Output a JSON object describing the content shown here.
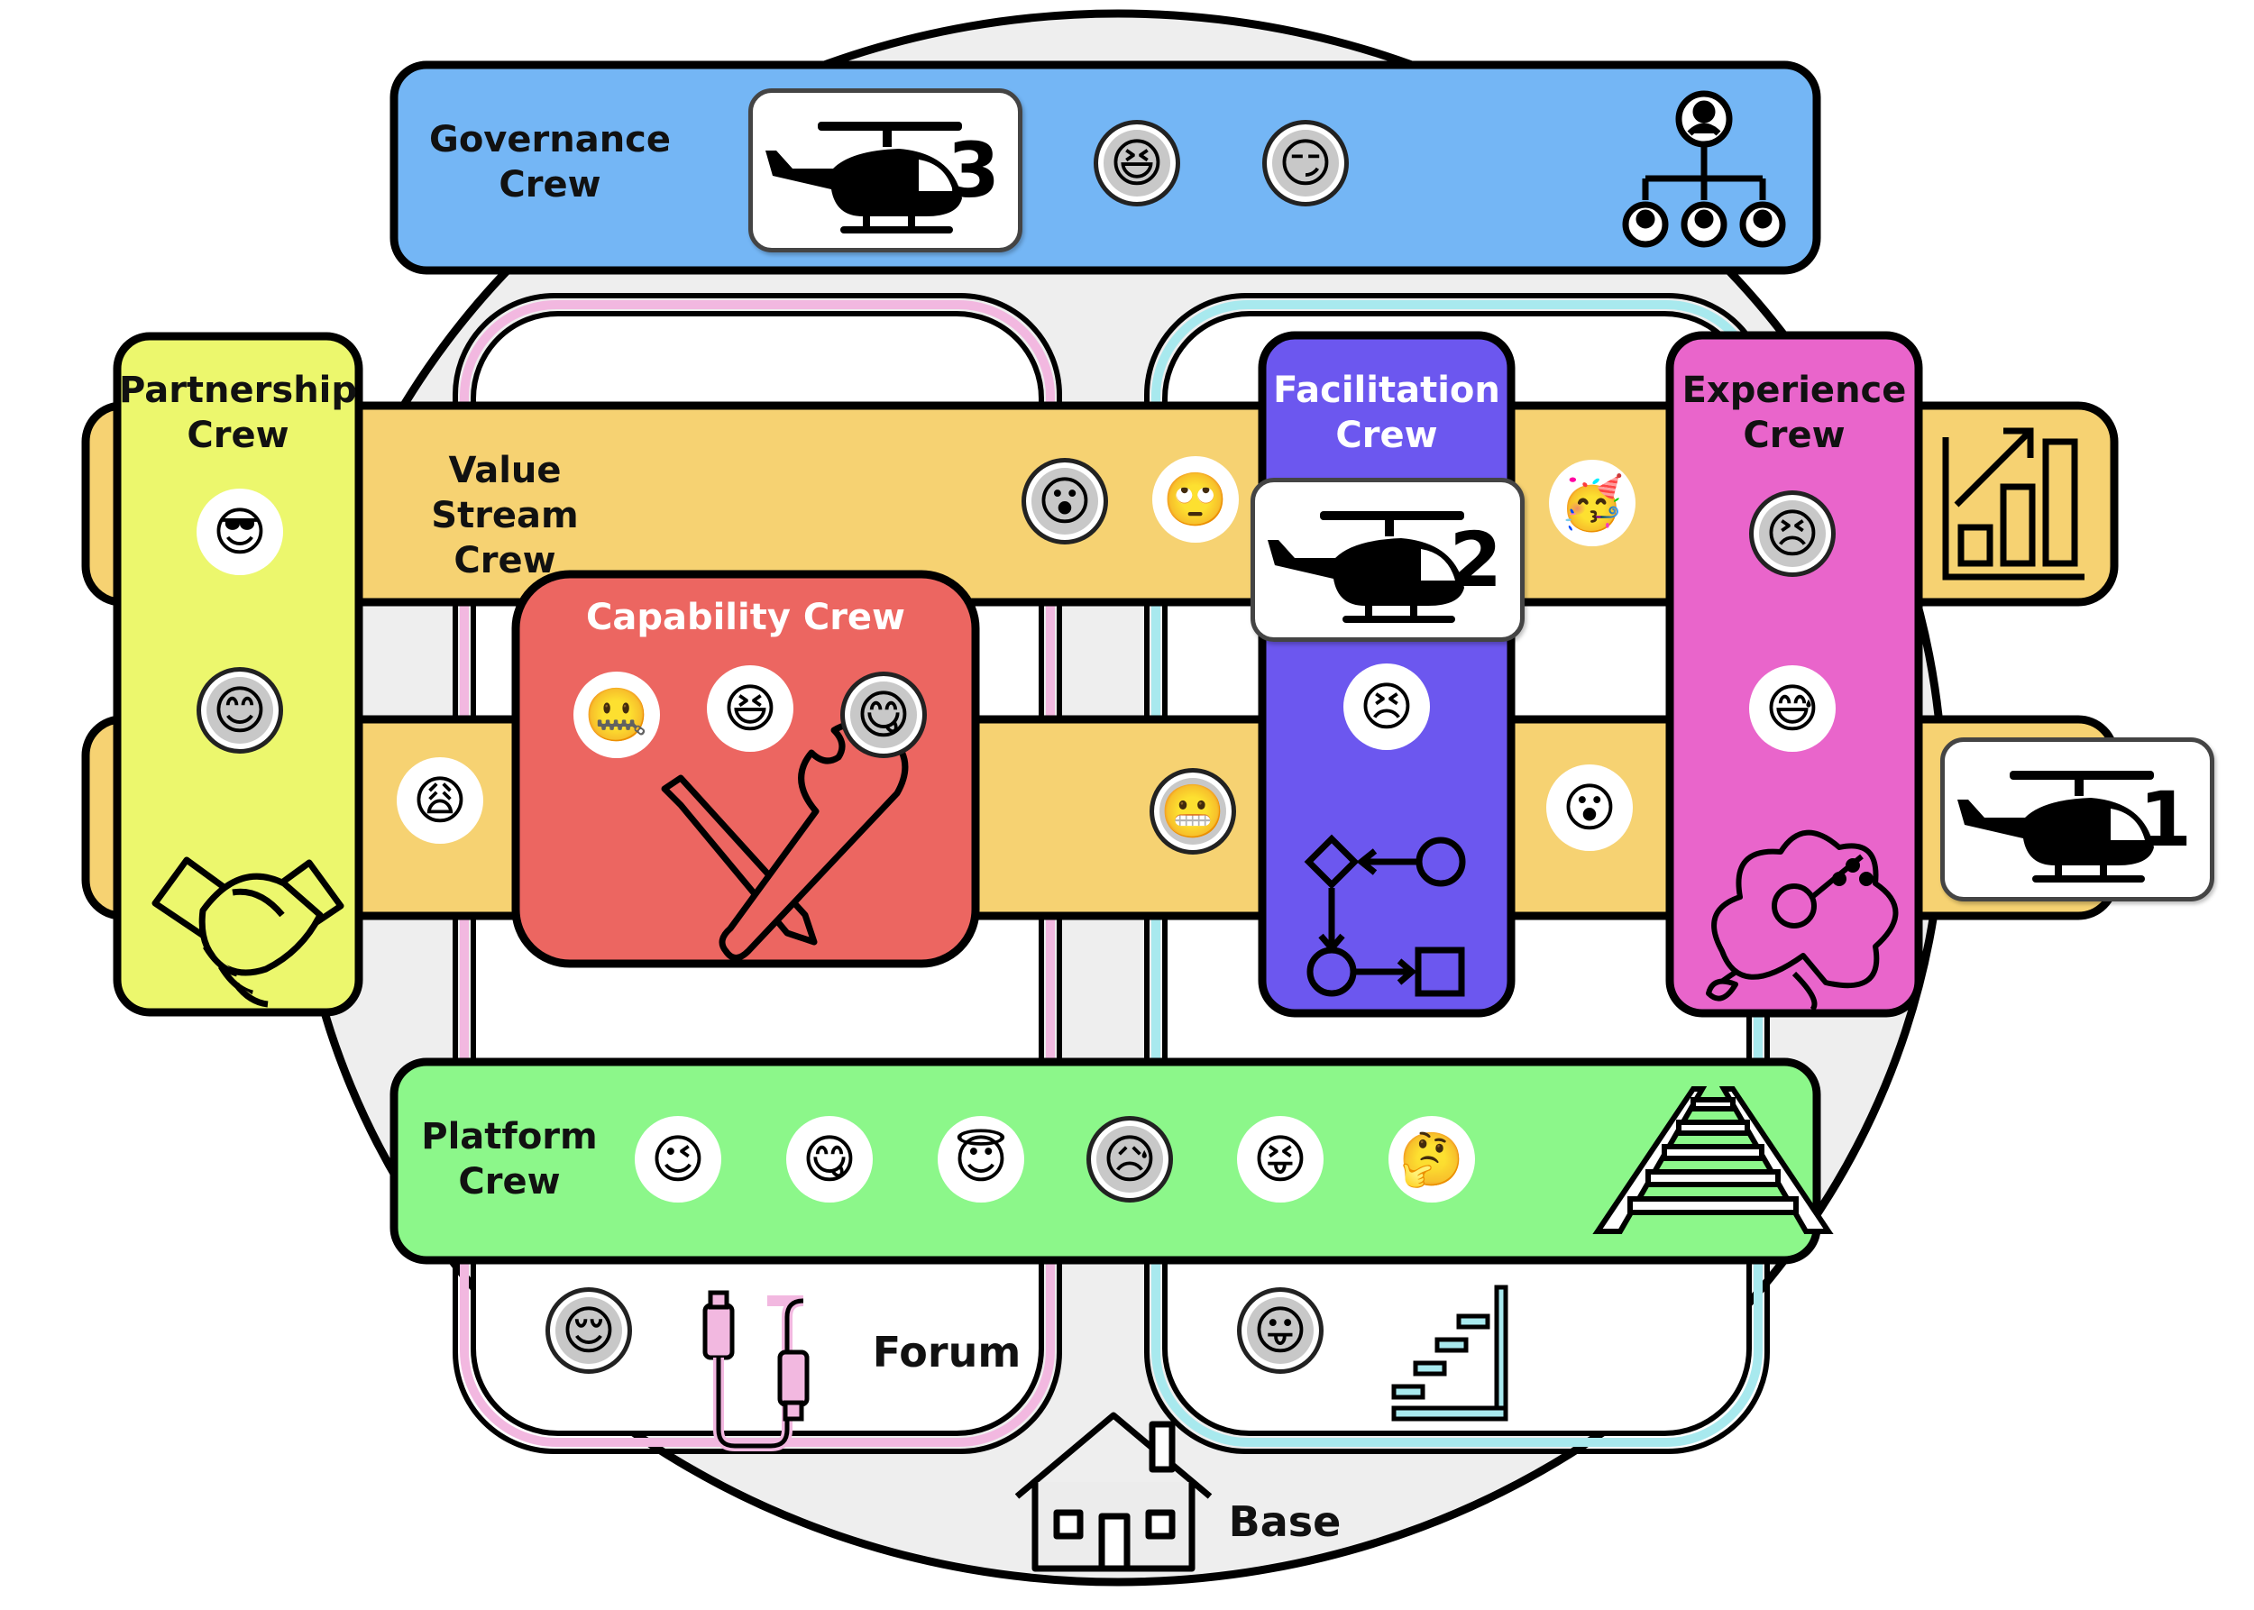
{
  "crews": {
    "governance": {
      "label": "Governance\nCrew",
      "color": "#74B6F5",
      "emojis": [
        "😆",
        "😏"
      ],
      "icon": "org-chart-icon"
    },
    "partnership": {
      "label": "Partnership\nCrew",
      "color": "#ECF76D",
      "emojis": [
        "😎",
        "😊"
      ],
      "icon": "handshake-icon"
    },
    "value_stream": {
      "label": "Value Stream\nCrew",
      "color": "#F6D272",
      "emojis": [
        "😮",
        "🙄",
        "🥳",
        "😩",
        "😬",
        "😮"
      ],
      "icon": "growth-chart-icon"
    },
    "capability": {
      "label": "Capability Crew",
      "color": "#EC6661",
      "emojis": [
        "🤐",
        "😆",
        "😋"
      ],
      "icon": "tools-icon"
    },
    "facilitation": {
      "label": "Facilitation\nCrew",
      "color": "#6C57EF",
      "emojis": [
        "😣"
      ],
      "icon": "flow-diagram-icon"
    },
    "experience": {
      "label": "Experience\nCrew",
      "color": "#E965CB",
      "emojis": [
        "😣",
        "😅"
      ],
      "icon": "hibiscus-icon"
    },
    "platform": {
      "label": "Platform\nCrew",
      "color": "#8CF78A",
      "emojis": [
        "😉",
        "😋",
        "😇",
        "😥",
        "😝",
        "🤔"
      ],
      "icon": "railway-track-icon"
    }
  },
  "areas": {
    "forum": {
      "label": "Forum",
      "emoji": "😌",
      "icon": "usb-cable-icon",
      "accent": "#F2B8E0"
    },
    "right_area": {
      "emoji": "😛",
      "icon": "stairs-icon",
      "accent": "#A8E9EE"
    },
    "base": {
      "label": "Base",
      "icon": "house-icon"
    }
  },
  "helicopters": [
    {
      "number": "3",
      "icon": "helicopter-icon"
    },
    {
      "number": "2",
      "icon": "helicopter-icon"
    },
    {
      "number": "1",
      "icon": "helicopter-icon"
    }
  ]
}
